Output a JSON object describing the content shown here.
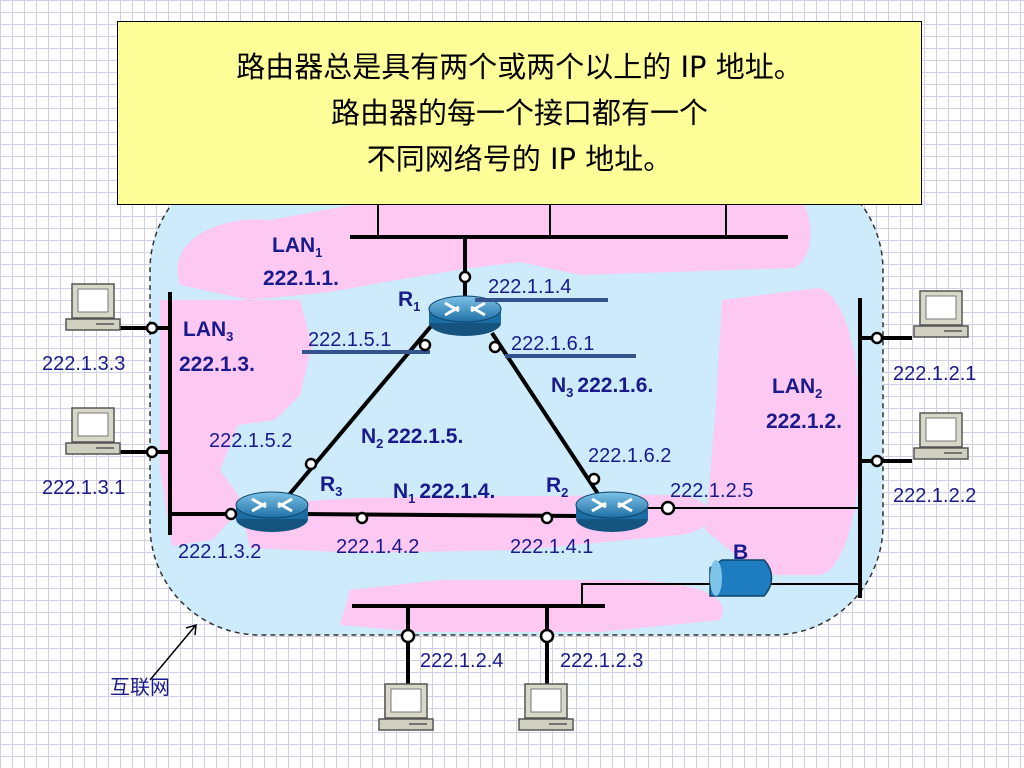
{
  "callout": {
    "line1": "路由器总是具有两个或两个以上的 IP 地址。",
    "line2": "路由器的每一个接口都有一个",
    "line3": "不同网络号的 IP 地址。"
  },
  "internet_label": "互联网",
  "networks": {
    "lan1": {
      "name": "LAN",
      "sub": "1",
      "addr": "222.1.1."
    },
    "lan2": {
      "name": "LAN",
      "sub": "2",
      "addr": "222.1.2."
    },
    "lan3": {
      "name": "LAN",
      "sub": "3",
      "addr": "222.1.3."
    },
    "n1": {
      "name": "N",
      "sub": "1",
      "addr": "222.1.4."
    },
    "n2": {
      "name": "N",
      "sub": "2",
      "addr": "222.1.5."
    },
    "n3": {
      "name": "N",
      "sub": "3",
      "addr": "222.1.6."
    }
  },
  "routers": {
    "r1": {
      "name": "R",
      "sub": "1"
    },
    "r2": {
      "name": "R",
      "sub": "2"
    },
    "r3": {
      "name": "R",
      "sub": "3"
    }
  },
  "bridge": {
    "label": "B"
  },
  "addresses": {
    "r1_lan1": "222.1.1.4",
    "r1_n2": "222.1.5.1",
    "r1_n3": "222.1.6.1",
    "r3_n2": "222.1.5.2",
    "r3_lan3": "222.1.3.2",
    "r3_n1": "222.1.4.2",
    "r2_n1": "222.1.4.1",
    "r2_n3": "222.1.6.2",
    "r2_lan2": "222.1.2.5",
    "host_lan3_a": "222.1.3.3",
    "host_lan3_b": "222.1.3.1",
    "host_lan2_a": "222.1.2.1",
    "host_lan2_b": "222.1.2.2",
    "host_lan2_c": "222.1.2.4",
    "host_lan2_d": "222.1.2.3"
  }
}
